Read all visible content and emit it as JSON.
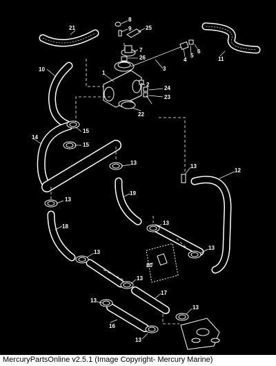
{
  "callouts": [
    "1",
    "2",
    "3",
    "4",
    "5",
    "6",
    "7",
    "8",
    "9",
    "10",
    "11",
    "12",
    "13",
    "14",
    "15",
    "16",
    "17",
    "18",
    "19",
    "20",
    "21",
    "22",
    "23",
    "24",
    "25",
    "26"
  ],
  "footer": {
    "text": "MercuryPartsOnline v2.5.1 (Image Copyright- Mercury Marine)"
  }
}
